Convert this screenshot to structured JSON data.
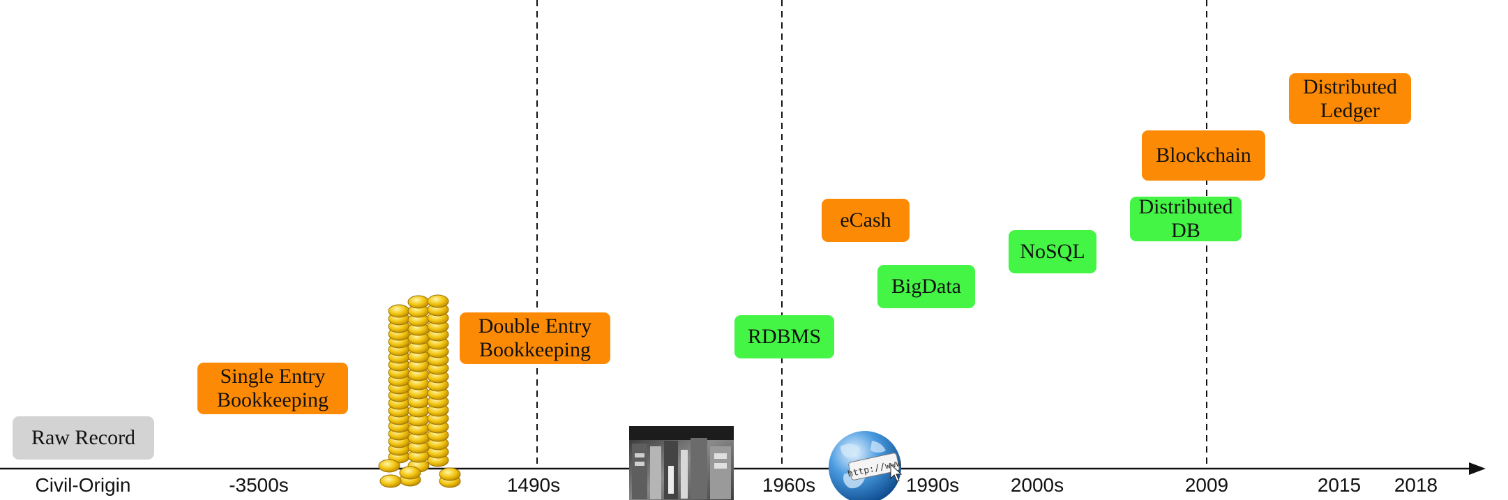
{
  "axis_labels": {
    "civil_origin": "Civil-Origin",
    "y3500s": "-3500s",
    "y1490s": "1490s",
    "y1960s": "1960s",
    "y1990s": "1990s",
    "y2000s": "2000s",
    "y2009": "2009",
    "y2015": "2015",
    "y2018": "2018"
  },
  "milestones": {
    "raw_record": "Raw Record",
    "single_entry": "Single Entry\nBookkeeping",
    "double_entry": "Double Entry\nBookkeeping",
    "rdbms": "RDBMS",
    "ecash": "eCash",
    "bigdata": "BigData",
    "nosql": "NoSQL",
    "distributed_db": "Distributed\nDB",
    "blockchain": "Blockchain",
    "distributed_ledger": "Distributed\nLedger"
  },
  "globe_url_text": "http://www",
  "colors": {
    "ledger_tech": "#fd8a05",
    "database_tech": "#44f545",
    "origin": "#d3d3d3"
  },
  "icons": [
    "gold-coins-icon",
    "early-computer-room-photo",
    "web-globe-icon"
  ]
}
